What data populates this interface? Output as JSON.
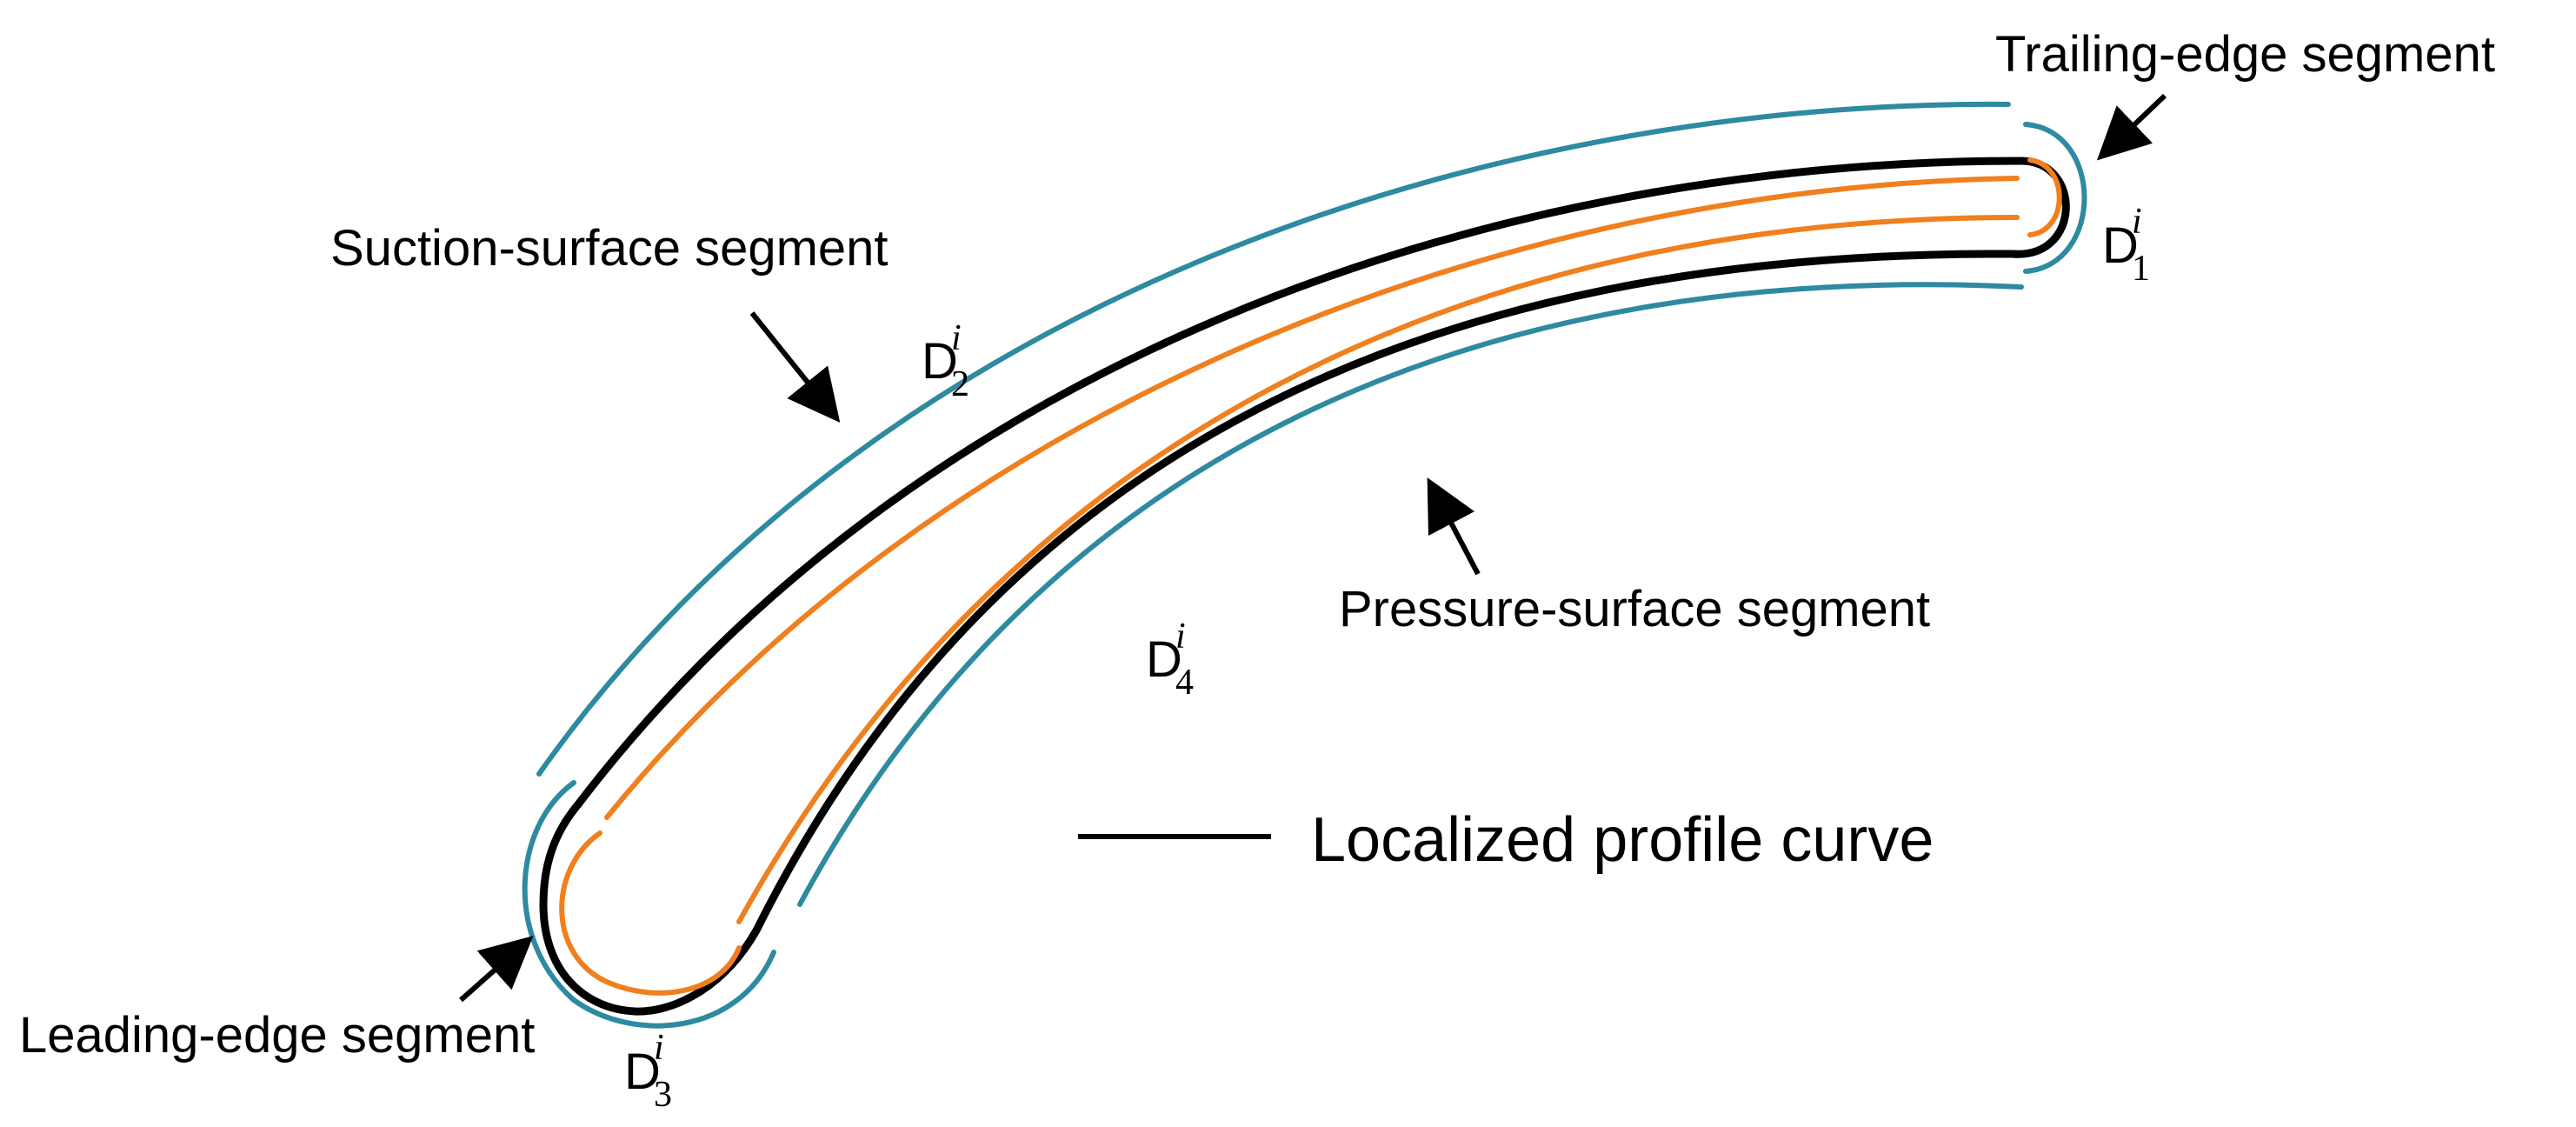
{
  "labels": {
    "trailing_edge": "Trailing-edge segment",
    "suction_surface": "Suction-surface segment",
    "pressure_surface": "Pressure-surface segment",
    "leading_edge": "Leading-edge segment"
  },
  "legend": {
    "profile_curve": "Localized profile curve"
  },
  "domains": [
    {
      "base": "D",
      "sup": "i",
      "sub": "1"
    },
    {
      "base": "D",
      "sup": "i",
      "sub": "2"
    },
    {
      "base": "D",
      "sup": "i",
      "sub": "3"
    },
    {
      "base": "D",
      "sup": "i",
      "sub": "4"
    }
  ],
  "colors": {
    "profile": "#000000",
    "outer_offset": "#2e8aa0",
    "inner_offset": "#f07f1e"
  }
}
